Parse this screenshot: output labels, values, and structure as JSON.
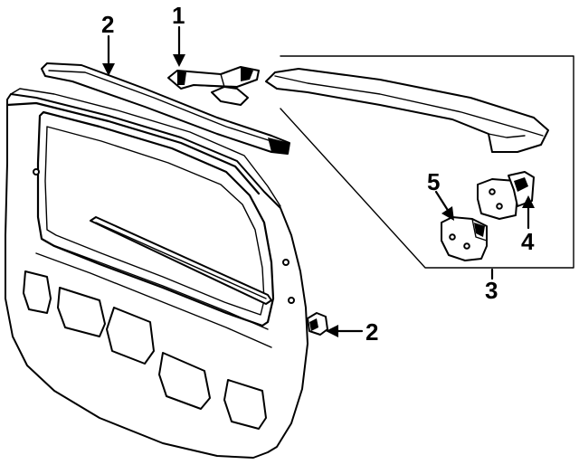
{
  "callouts": {
    "c1": "1",
    "c2_top": "2",
    "c2_right": "2",
    "c3": "3",
    "c4": "4",
    "c5": "5"
  }
}
